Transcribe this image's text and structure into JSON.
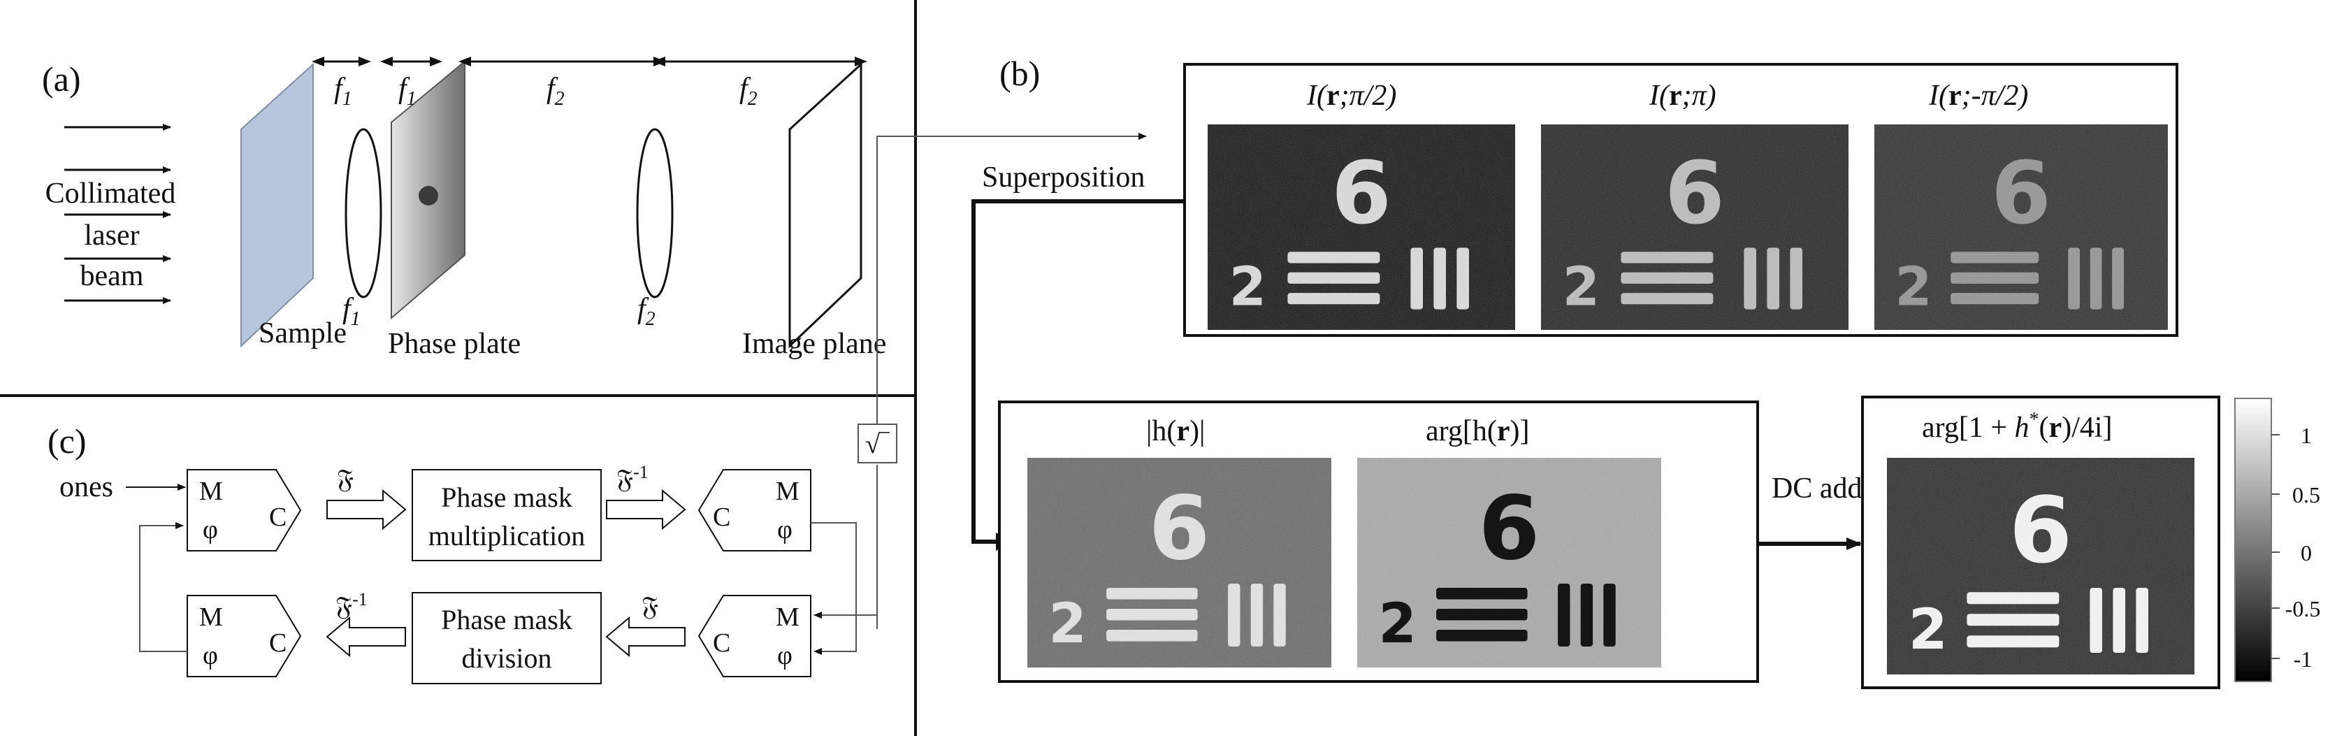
{
  "panel_a": {
    "label": "(a)",
    "input_label_1": "Collimated",
    "input_label_2": "laser",
    "input_label_3": "beam",
    "sample": "Sample",
    "phase_plate": "Phase plate",
    "image_plane": "Image plane",
    "f1": "f",
    "f1_sub": "1",
    "f2": "f",
    "f2_sub": "2"
  },
  "panel_b": {
    "label": "(b)",
    "superposition": "Superposition",
    "dc_addition": "DC addition",
    "top_titles": {
      "t1_pre": "I(",
      "t1_r": "r",
      "t1_post": ";π/2)",
      "t2_pre": "I(",
      "t2_r": "r",
      "t2_post": ";π)",
      "t3_pre": "I(",
      "t3_r": "r",
      "t3_post": ";-π/2)"
    },
    "bottom_titles": {
      "abs_pre": "|h(",
      "abs_r": "r",
      "abs_post": ")|",
      "arg_pre": "arg[h(",
      "arg_r": "r",
      "arg_post": ")]",
      "final_pre": "arg[1 + ",
      "final_h": "h",
      "final_sup": "*",
      "final_mid": "(",
      "final_r": "r",
      "final_post": ")/4i]"
    },
    "colorbar_ticks": [
      "1",
      "0.5",
      "0",
      "-0.5",
      "-1"
    ],
    "target_digit": "6",
    "target_digit_small": "2"
  },
  "panel_c": {
    "label": "(c)",
    "ones": "ones",
    "m": "M",
    "phi": "φ",
    "c": "C",
    "phase_mask_mult_1": "Phase mask",
    "phase_mask_mult_2": "multiplication",
    "phase_mask_div_1": "Phase mask",
    "phase_mask_div_2": "division",
    "fourier": "𝔉",
    "inv": "-1",
    "sqrt": "√‾"
  }
}
